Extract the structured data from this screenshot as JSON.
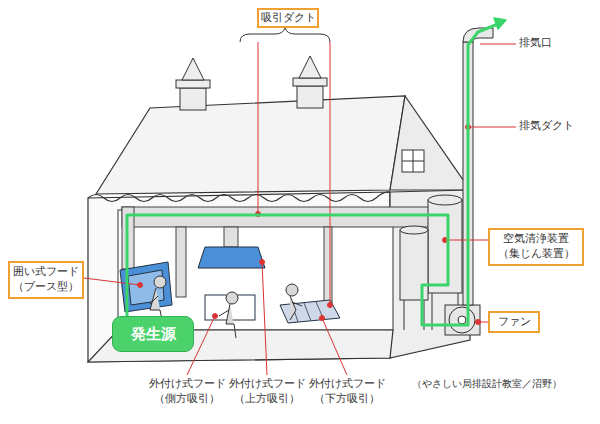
{
  "diagram": {
    "nodes": [
      {
        "text": [
          "吸引ダクト"
        ]
      },
      {
        "text": [
          "囲い式フード （ブース型）"
        ]
      },
      {
        "text": [
          "発生源"
        ]
      },
      {
        "text": [
          "空気清浄装置 （集じん装置）"
        ]
      },
      {
        "text": [
          "ファン"
        ]
      }
    ],
    "labels": [
      "排気口",
      "排気ダクト",
      "外付け式フード （側方吸引）",
      "外付け式フード （上方吸引）",
      "外付け式フード （下方吸引）",
      "（やさしい局排設計教室／沼野）"
    ]
  }
}
